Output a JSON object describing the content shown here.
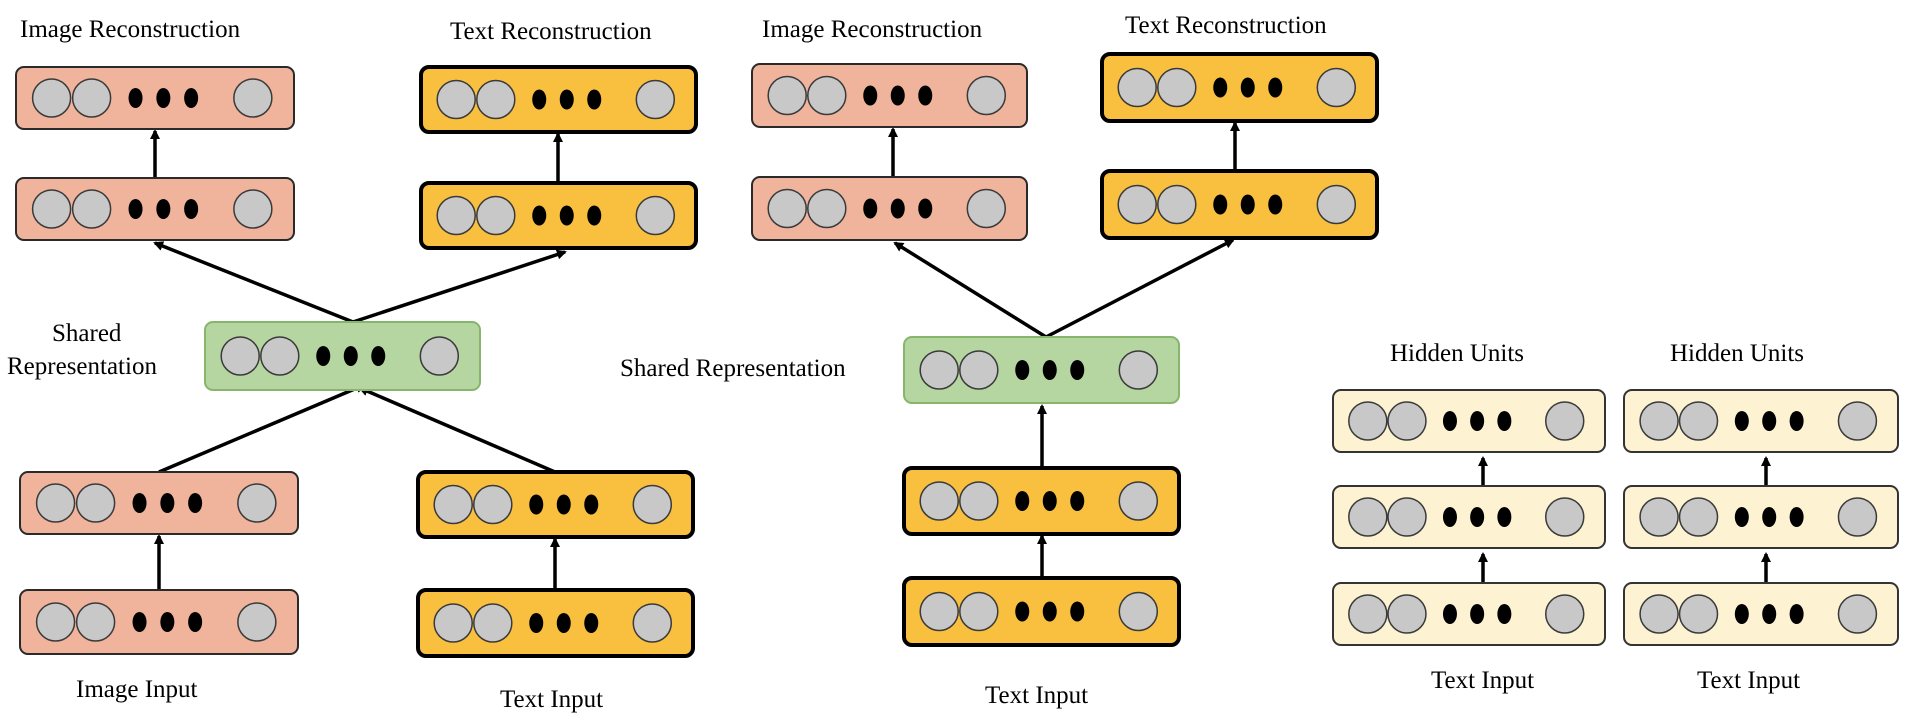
{
  "labels": {
    "panel1_image_reconstruction": "Image Reconstruction",
    "panel1_text_reconstruction": "Text Reconstruction",
    "panel1_shared_line1": "Shared",
    "panel1_shared_line2": "Representation",
    "panel1_image_input": "Image Input",
    "panel1_text_input": "Text Input",
    "panel2_image_reconstruction": "Image Reconstruction",
    "panel2_text_reconstruction": "Text Reconstruction",
    "panel2_shared": "Shared Representation",
    "panel2_text_input": "Text Input",
    "panel3a_hidden_units": "Hidden Units",
    "panel3a_text_input": "Text Input",
    "panel3b_hidden_units": "Hidden Units",
    "panel3b_text_input": "Text Input"
  },
  "colors": {
    "image_layer_fill": "#f0b39b",
    "image_layer_stroke": "#2a2a2a",
    "text_layer_fill": "#f9c03f",
    "text_layer_stroke": "#000000",
    "shared_layer_fill": "#b5d6a1",
    "shared_layer_stroke": "#86b56b",
    "hidden_layer_fill": "#fdf3d3",
    "hidden_layer_stroke": "#333333",
    "node_fill": "#c8c8c8",
    "node_stroke": "#3a3a3a",
    "dot_fill": "#000000",
    "arrow": "#000000"
  }
}
